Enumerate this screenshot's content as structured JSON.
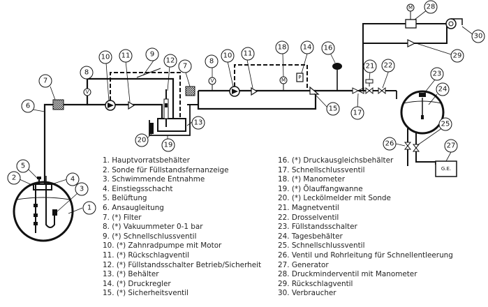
{
  "callouts": [
    "1",
    "2",
    "3",
    "4",
    "5",
    "6",
    "7",
    "8",
    "9",
    "10",
    "11",
    "12",
    "13",
    "14",
    "15",
    "16",
    "17",
    "18",
    "19",
    "20",
    "21",
    "22",
    "23",
    "24",
    "25",
    "26",
    "27",
    "28",
    "29",
    "30"
  ],
  "symbols": {
    "vacuum_meter": "V",
    "manometer": "M",
    "motor": "M",
    "pressure_regulator": "P",
    "generator": "G.E."
  },
  "legend": {
    "left": [
      "1. Hauptvorratsbehälter",
      "2. Sonde für Füllstandsfernanzeige",
      "3. Schwimmende Entnahme",
      "4. Einstiegsschacht",
      "5. Belüftung",
      "6. Ansaugleitung",
      "7. (*) Filter",
      "8. (*) Vakuummeter 0-1 bar",
      "9. (*) Schnellschlussventil",
      "10. (*) Zahnradpumpe mit Motor",
      "11. (*) Rückschlagventil",
      "12. (*) Füllstandsschalter Betrieb/Sicherheit",
      "13. (*) Behälter",
      "14. (*) Druckregler",
      "15. (*) Sicherheitsventil"
    ],
    "right": [
      "16. (*) Druckausgleichsbehälter",
      "17. Schnellschlussventil",
      "18. (*) Manometer",
      "19. (*) Ölauffangwanne",
      "20. (*) Leckölmelder mit Sonde",
      "21. Magnetventil",
      "22. Drosselventil",
      "23. Füllstandsschalter",
      "24. Tagesbehälter",
      "25. Schnellschlussventil",
      "26. Ventil und Rohrleitung für Schnellentleerung",
      "27. Generator",
      "28. Druckminderventil mit Manometer",
      "29. Rückschlagventil",
      "30. Verbraucher"
    ]
  }
}
